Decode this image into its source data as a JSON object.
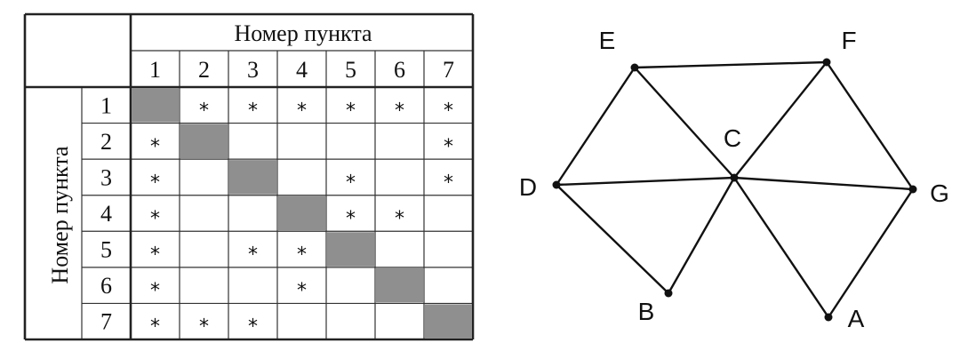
{
  "table": {
    "header": "Номер пункта",
    "side_header": "Номер пункта",
    "labels": [
      "1",
      "2",
      "3",
      "4",
      "5",
      "6",
      "7"
    ],
    "mark": "*",
    "diagonal_color": "#8f8f8f",
    "marks": [
      [
        1,
        2
      ],
      [
        1,
        3
      ],
      [
        1,
        4
      ],
      [
        1,
        5
      ],
      [
        1,
        6
      ],
      [
        1,
        7
      ],
      [
        2,
        1
      ],
      [
        2,
        7
      ],
      [
        3,
        1
      ],
      [
        3,
        5
      ],
      [
        3,
        7
      ],
      [
        4,
        1
      ],
      [
        4,
        5
      ],
      [
        4,
        6
      ],
      [
        5,
        1
      ],
      [
        5,
        3
      ],
      [
        5,
        4
      ],
      [
        6,
        1
      ],
      [
        6,
        4
      ],
      [
        7,
        1
      ],
      [
        7,
        2
      ],
      [
        7,
        3
      ]
    ]
  },
  "graph": {
    "vertices": [
      {
        "id": "E",
        "label": "E"
      },
      {
        "id": "F",
        "label": "F"
      },
      {
        "id": "C",
        "label": "C"
      },
      {
        "id": "D",
        "label": "D"
      },
      {
        "id": "G",
        "label": "G"
      },
      {
        "id": "B",
        "label": "B"
      },
      {
        "id": "A",
        "label": "A"
      }
    ],
    "edges": [
      [
        "E",
        "F"
      ],
      [
        "E",
        "D"
      ],
      [
        "E",
        "C"
      ],
      [
        "F",
        "C"
      ],
      [
        "F",
        "G"
      ],
      [
        "D",
        "C"
      ],
      [
        "D",
        "B"
      ],
      [
        "C",
        "G"
      ],
      [
        "C",
        "B"
      ],
      [
        "C",
        "A"
      ],
      [
        "G",
        "A"
      ]
    ]
  }
}
